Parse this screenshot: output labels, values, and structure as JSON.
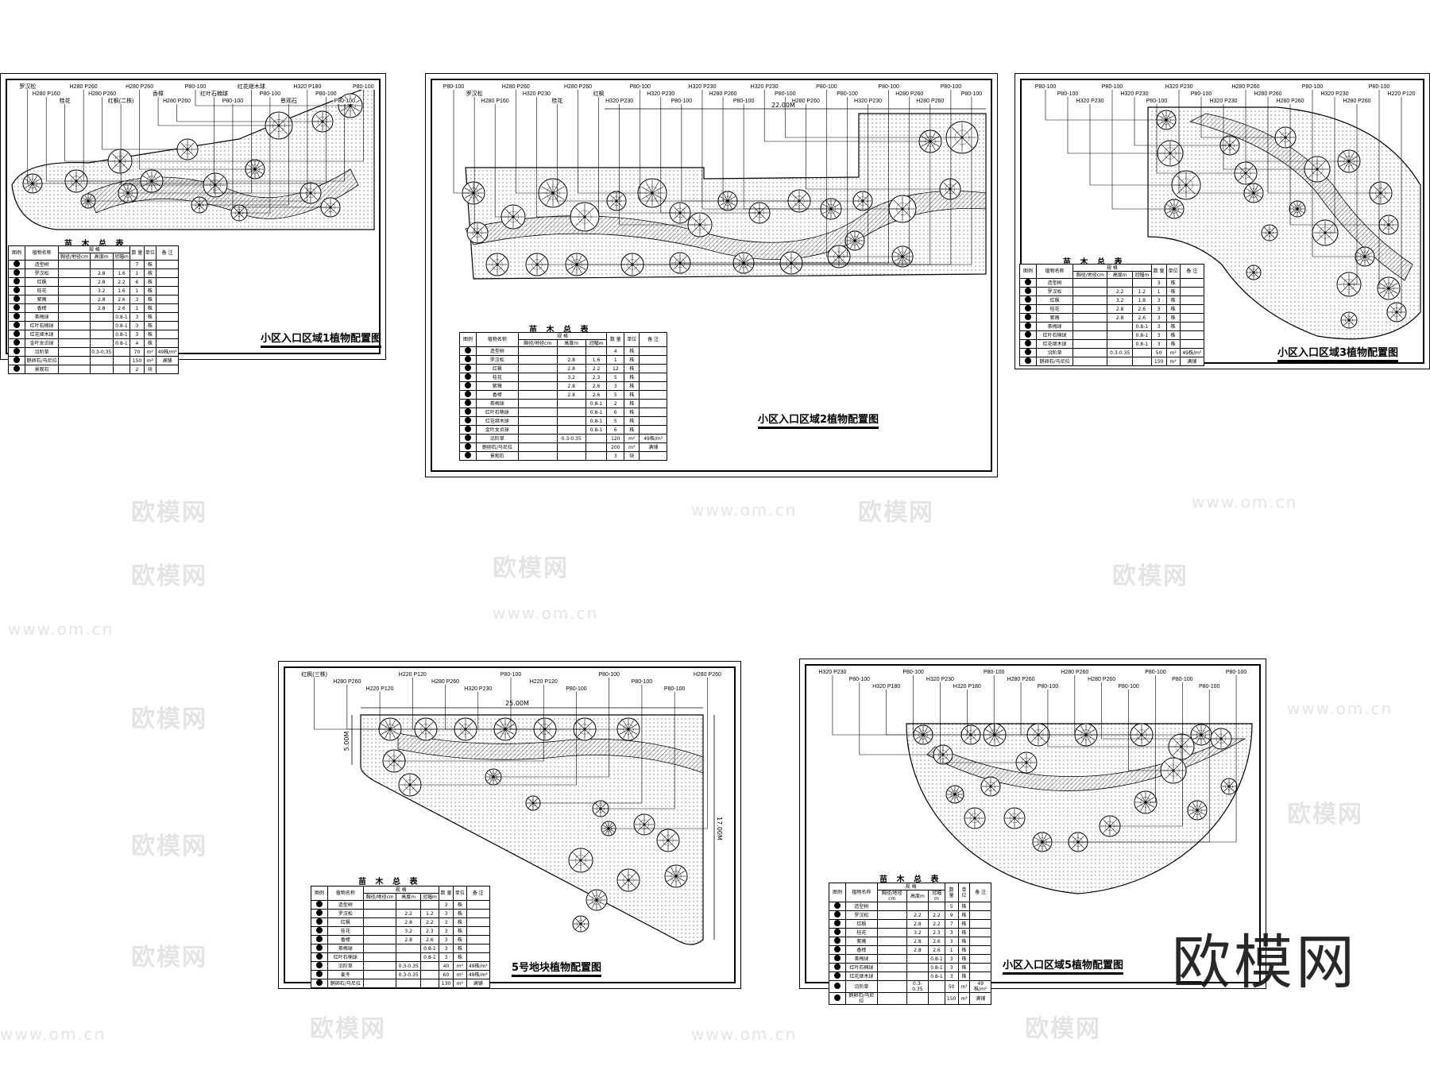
{
  "watermark": {
    "brand": "欧模网",
    "url": "www.om.cn",
    "corner_logo": "欧模网"
  },
  "table_headers": {
    "legend": "图例",
    "name": "植物名称",
    "spec": "规 格",
    "dbh": "胸径/地径cm",
    "height": "高度m",
    "crown": "冠幅m",
    "qty": "数 量",
    "unit": "单位",
    "note": "备 注"
  },
  "sheets": [
    {
      "title": "小区入口区域1植物配置图",
      "table_title": "苗 木 总 表",
      "labels": [
        "罗汉松",
        "H280 P160",
        "桂花",
        "H280 P260",
        "H280 P260",
        "红枫(二株)",
        "H280 P260",
        "香樟",
        "H280 P260",
        "P80-100",
        "红叶石楠球",
        "P80-100",
        "红花继木球",
        "P80-100",
        "景观石",
        "H320 P180",
        "P80-100",
        "P80-100",
        "P80-100"
      ],
      "dimensions": [],
      "rows": [
        [
          "造型树",
          "",
          "",
          "",
          "7",
          "株",
          ""
        ],
        [
          "罗汉松",
          "",
          "2.8",
          "1.6",
          "1",
          "株",
          ""
        ],
        [
          "红枫",
          "",
          "2.8",
          "2.2",
          "6",
          "株",
          ""
        ],
        [
          "桂花",
          "",
          "3.2",
          "1.6",
          "1",
          "株",
          ""
        ],
        [
          "紫薇",
          "",
          "2.8",
          "2.6",
          "3",
          "株",
          ""
        ],
        [
          "香樟",
          "",
          "2.8",
          "2.6",
          "1",
          "株",
          ""
        ],
        [
          "茶梅球",
          "",
          "",
          "0.8-1",
          "3",
          "株",
          ""
        ],
        [
          "红叶石楠球",
          "",
          "",
          "0.8-1",
          "3",
          "株",
          ""
        ],
        [
          "红花继木球",
          "",
          "",
          "0.8-1",
          "3",
          "株",
          ""
        ],
        [
          "金叶女贞球",
          "",
          "",
          "0.8-1",
          "4",
          "株",
          ""
        ],
        [
          "沿阶草",
          "",
          "0.3-0.35",
          "",
          "70",
          "m²",
          "49株/m²"
        ],
        [
          "鹅卵石/马尼拉",
          "",
          "",
          "",
          "150",
          "m²",
          "满铺"
        ],
        [
          "景观石",
          "",
          "",
          "",
          "2",
          "块",
          ""
        ]
      ]
    },
    {
      "title": "小区入口区域2植物配置图",
      "table_title": "苗 木 总 表",
      "labels": [
        "P80-100",
        "罗汉松",
        "H280 P160",
        "H280 P260",
        "H320 P230",
        "桂花",
        "H280 P260",
        "红枫",
        "H320 P230",
        "P80-100",
        "H320 P230",
        "P80-100",
        "H320 P230",
        "H280 P260",
        "P80-100",
        "H320 P230",
        "P80-100",
        "H280 P260",
        "P80-100",
        "P80-100",
        "H320 P230",
        "P80-100",
        "H280 P260",
        "H280 P260",
        "P80-100",
        "P80-100"
      ],
      "dimensions": [
        "22.00M"
      ],
      "rows": [
        [
          "造型树",
          "",
          "",
          "",
          "4",
          "株",
          ""
        ],
        [
          "罗汉松",
          "",
          "2.8",
          "1.6",
          "1",
          "株",
          ""
        ],
        [
          "红枫",
          "",
          "2.8",
          "2.2",
          "12",
          "株",
          ""
        ],
        [
          "桂花",
          "",
          "3.2",
          "2.3",
          "5",
          "株",
          ""
        ],
        [
          "紫薇",
          "",
          "2.8",
          "2.6",
          "3",
          "株",
          ""
        ],
        [
          "香樟",
          "",
          "2.8",
          "2.6",
          "5",
          "株",
          ""
        ],
        [
          "茶梅球",
          "",
          "",
          "0.8-1",
          "2",
          "株",
          ""
        ],
        [
          "红叶石楠球",
          "",
          "",
          "0.8-1",
          "6",
          "株",
          ""
        ],
        [
          "红花继木球",
          "",
          "",
          "0.8-1",
          "5",
          "株",
          ""
        ],
        [
          "金叶女贞球",
          "",
          "",
          "0.8-1",
          "6",
          "株",
          ""
        ],
        [
          "沿阶草",
          "",
          "0.3-0.35",
          "",
          "120",
          "m²",
          "49株/m²"
        ],
        [
          "鹅卵石/马尼拉",
          "",
          "",
          "",
          "200",
          "m²",
          "满铺"
        ],
        [
          "景观石",
          "",
          "",
          "",
          "3",
          "块",
          ""
        ]
      ]
    },
    {
      "title": "小区入口区域3植物配置图",
      "table_title": "苗 木 总 表",
      "labels": [
        "P80-100",
        "P80-100",
        "H320 P230",
        "P80-100",
        "H320 P230",
        "P80-100",
        "H320 P230",
        "P80-100",
        "H320 P230",
        "H280 P260",
        "H280 P260",
        "H280 P260",
        "P80-100",
        "H320 P230",
        "H280 P260",
        "P80-100",
        "H220 P120"
      ],
      "dimensions": [],
      "rows": [
        [
          "造型树",
          "",
          "",
          "",
          "3",
          "株",
          ""
        ],
        [
          "罗汉松",
          "",
          "2.2",
          "1.2",
          "1",
          "株",
          ""
        ],
        [
          "红枫",
          "",
          "3.2",
          "1.8",
          "3",
          "株",
          ""
        ],
        [
          "桂花",
          "",
          "2.8",
          "2.6",
          "3",
          "株",
          ""
        ],
        [
          "紫薇",
          "",
          "2.8",
          "2.6",
          "3",
          "株",
          ""
        ],
        [
          "茶梅球",
          "",
          "",
          "0.8-1",
          "3",
          "株",
          ""
        ],
        [
          "红叶石楠球",
          "",
          "",
          "0.8-1",
          "3",
          "株",
          ""
        ],
        [
          "红花继木球",
          "",
          "",
          "0.8-1",
          "3",
          "株",
          ""
        ],
        [
          "沿阶草",
          "",
          "0.3-0.35",
          "",
          "50",
          "m²",
          "49株/m²"
        ],
        [
          "鹅卵石/马尼拉",
          "",
          "",
          "",
          "150",
          "m²",
          "满铺"
        ]
      ]
    },
    {
      "title": "5号地块植物配置图",
      "table_title": "苗 木 总 表",
      "labels": [
        "红枫(三株)",
        "H280 P260",
        "H220 P120",
        "H220 P120",
        "H280 P260",
        "H320 P230",
        "P80-100",
        "H220 P120",
        "P80-100",
        "P80-100",
        "P80-100",
        "P80-100",
        "H280 P260"
      ],
      "dimensions": [
        "25.00M",
        "5.00M",
        "17.00M"
      ],
      "rows": [
        [
          "造型树",
          "",
          "",
          "",
          "3",
          "株",
          ""
        ],
        [
          "罗汉松",
          "",
          "2.2",
          "1.2",
          "3",
          "株",
          ""
        ],
        [
          "红枫",
          "",
          "2.8",
          "2.2",
          "3",
          "株",
          ""
        ],
        [
          "桂花",
          "",
          "3.2",
          "2.3",
          "3",
          "株",
          ""
        ],
        [
          "香樟",
          "",
          "2.8",
          "2.6",
          "3",
          "株",
          ""
        ],
        [
          "茶梅球",
          "",
          "",
          "0.8-1",
          "3",
          "株",
          ""
        ],
        [
          "红叶石楠球",
          "",
          "",
          "0.8-1",
          "3",
          "株",
          ""
        ],
        [
          "沿阶草",
          "",
          "0.3-0.35",
          "",
          "40",
          "m²",
          "49株/m²"
        ],
        [
          "麦冬",
          "",
          "0.3-0.35",
          "",
          "60",
          "m²",
          "49株/m²"
        ],
        [
          "鹅卵石/马尼拉",
          "",
          "",
          "",
          "130",
          "m²",
          "满铺"
        ]
      ]
    },
    {
      "title": "小区入口区域5植物配置图",
      "table_title": "苗 木 总 表",
      "labels": [
        "H320 P230",
        "P80-100",
        "H320 P180",
        "P80-100",
        "H320 P230",
        "H320 P180",
        "P80-100",
        "H280 P260",
        "P80-100",
        "H280 P260",
        "H280 P260",
        "P80-100",
        "P80-100",
        "P80-100",
        "P80-100",
        "P80-100"
      ],
      "dimensions": [],
      "rows": [
        [
          "造型树",
          "",
          "",
          "",
          "5",
          "株",
          ""
        ],
        [
          "罗汉松",
          "",
          "2.2",
          "2.2",
          "9",
          "株",
          ""
        ],
        [
          "红枫",
          "",
          "2.8",
          "2.2",
          "7",
          "株",
          ""
        ],
        [
          "桂花",
          "",
          "3.2",
          "2.3",
          "3",
          "株",
          ""
        ],
        [
          "紫薇",
          "",
          "2.8",
          "2.6",
          "3",
          "株",
          ""
        ],
        [
          "香樟",
          "",
          "2.8",
          "2.6",
          "1",
          "株",
          ""
        ],
        [
          "茶梅球",
          "",
          "",
          "0.8-1",
          "3",
          "株",
          ""
        ],
        [
          "红叶石楠球",
          "",
          "",
          "0.8-1",
          "3",
          "株",
          ""
        ],
        [
          "红花继木球",
          "",
          "",
          "0.8-1",
          "3",
          "株",
          ""
        ],
        [
          "沿阶草",
          "",
          "0.3-0.35",
          "",
          "50",
          "m²",
          "49株/m²"
        ],
        [
          "鹅卵石/马尼拉",
          "",
          "",
          "",
          "150",
          "m²",
          "满铺"
        ]
      ]
    }
  ]
}
